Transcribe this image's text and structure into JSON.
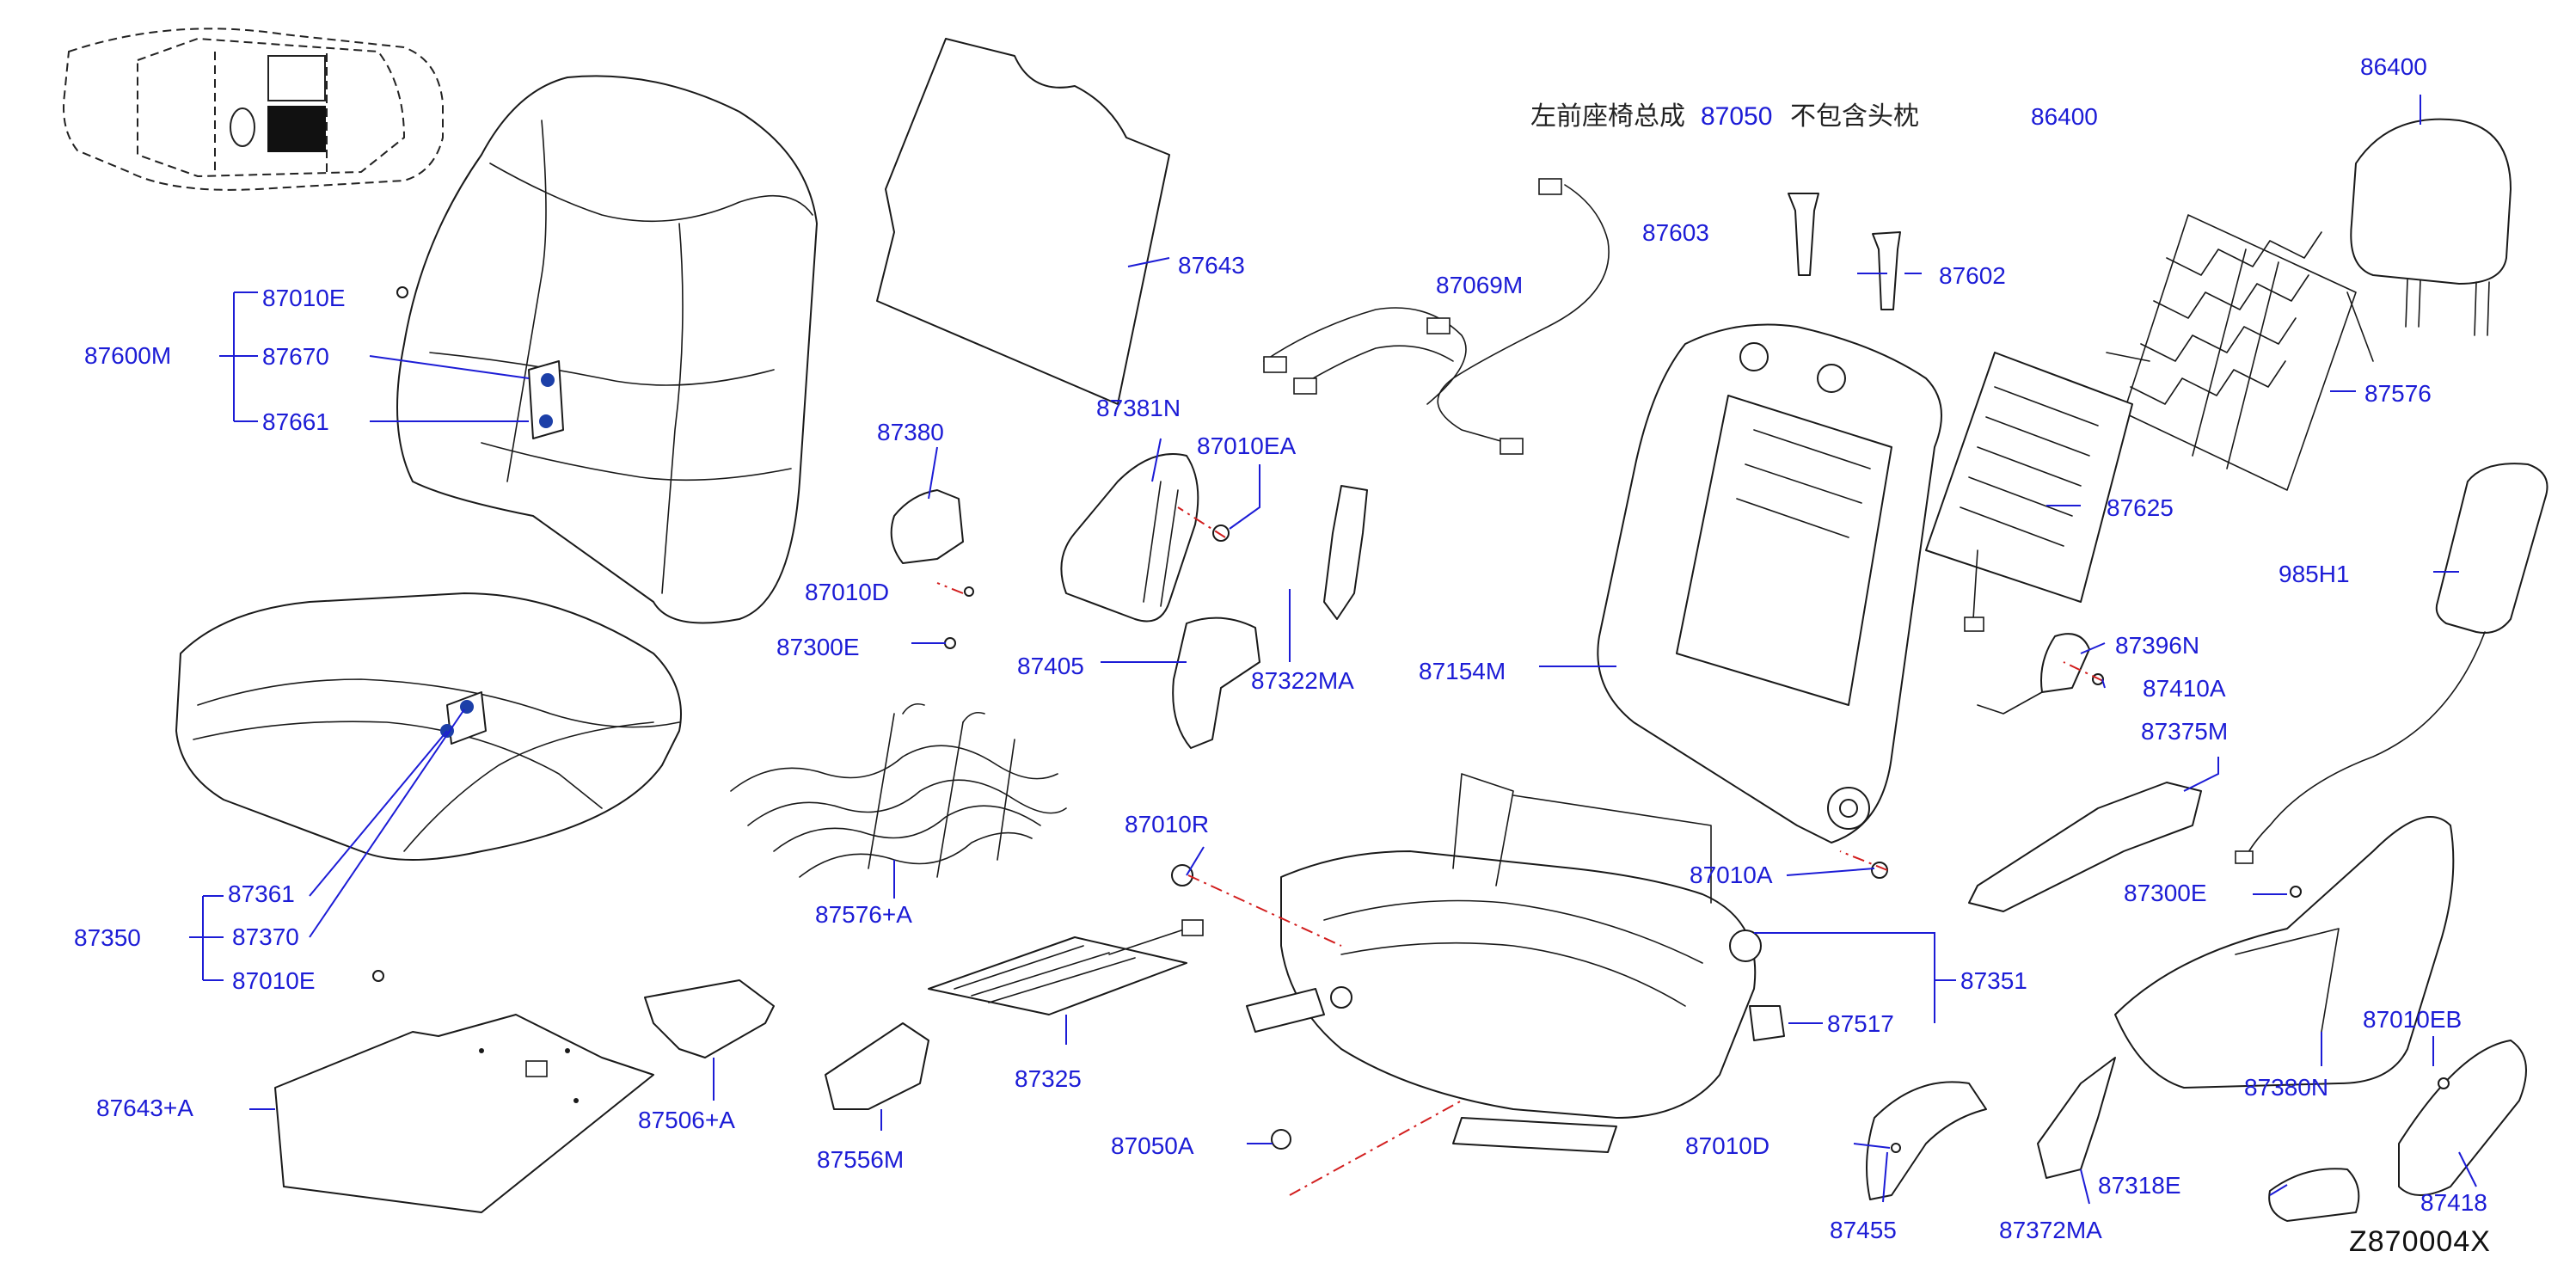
{
  "note": {
    "prefix": "左前座椅总成",
    "part": "87050",
    "suffix": "不包含头枕"
  },
  "diagram_ref": "Z870004X",
  "labels": {
    "l86400a": "86400",
    "l86400b": "86400",
    "l87600M": "87600M",
    "l87010E_top": "87010E",
    "l87670": "87670",
    "l87661": "87661",
    "l87643": "87643",
    "l87069M": "87069M",
    "l87603": "87603",
    "l87602": "87602",
    "l87576": "87576",
    "l87380": "87380",
    "l87381N": "87381N",
    "l87010EA": "87010EA",
    "l87625": "87625",
    "l985H1": "985H1",
    "l87010D_top": "87010D",
    "l87300E_left": "87300E",
    "l87405": "87405",
    "l87322MA": "87322MA",
    "l87154M": "87154M",
    "l87396N": "87396N",
    "l87410A": "87410A",
    "l87375M": "87375M",
    "l87010R": "87010R",
    "l87576A": "87576+A",
    "l87010A": "87010A",
    "l87300E_right": "87300E",
    "l87361": "87361",
    "l87350": "87350",
    "l87370": "87370",
    "l87010E_bottom": "87010E",
    "l87351": "87351",
    "l87517": "87517",
    "l87010EB": "87010EB",
    "l87380N": "87380N",
    "l87643A": "87643+A",
    "l87506A": "87506+A",
    "l87325": "87325",
    "l87556M": "87556M",
    "l87050A": "87050A",
    "l87010D_bottom": "87010D",
    "l87318E": "87318E",
    "l87418": "87418",
    "l87455": "87455",
    "l87372MA": "87372MA"
  },
  "colors": {
    "label": "#1c1cd6",
    "leader": "#1c1cd6",
    "fastener_line": "#d21e1e",
    "outline": "#1a1a1a",
    "marker": "#1c3fa8"
  }
}
